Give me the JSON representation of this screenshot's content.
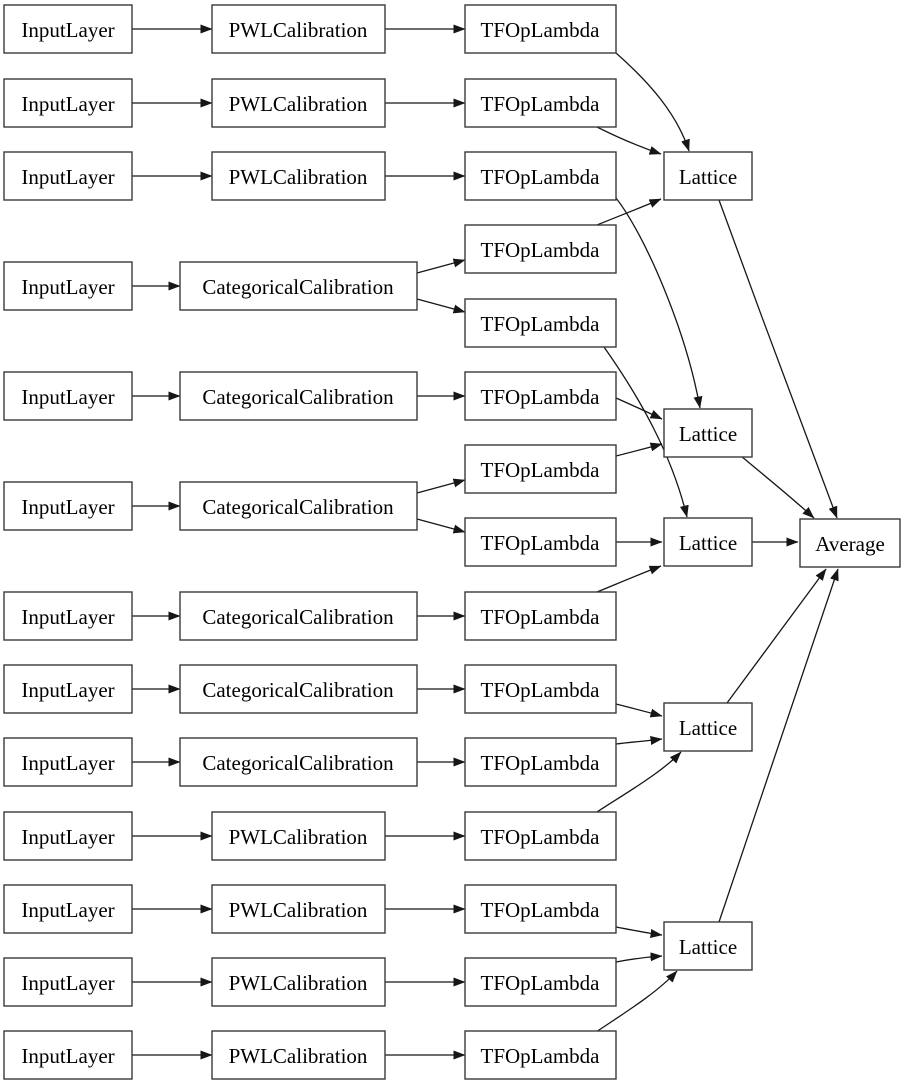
{
  "diagram": {
    "colors": {
      "background": "#ffffff",
      "node_border": "#3a3a3a",
      "edge": "#161616",
      "text": "#000000"
    },
    "nodes": [
      {
        "id": "input_1",
        "label": "InputLayer"
      },
      {
        "id": "input_2",
        "label": "InputLayer"
      },
      {
        "id": "input_3",
        "label": "InputLayer"
      },
      {
        "id": "input_4",
        "label": "InputLayer"
      },
      {
        "id": "input_5",
        "label": "InputLayer"
      },
      {
        "id": "input_6",
        "label": "InputLayer"
      },
      {
        "id": "input_7",
        "label": "InputLayer"
      },
      {
        "id": "input_8",
        "label": "InputLayer"
      },
      {
        "id": "input_9",
        "label": "InputLayer"
      },
      {
        "id": "input_10",
        "label": "InputLayer"
      },
      {
        "id": "input_11",
        "label": "InputLayer"
      },
      {
        "id": "input_12",
        "label": "InputLayer"
      },
      {
        "id": "input_13",
        "label": "InputLayer"
      },
      {
        "id": "pwl_1",
        "label": "PWLCalibration"
      },
      {
        "id": "pwl_2",
        "label": "PWLCalibration"
      },
      {
        "id": "pwl_3",
        "label": "PWLCalibration"
      },
      {
        "id": "cat_1",
        "label": "CategoricalCalibration"
      },
      {
        "id": "cat_2",
        "label": "CategoricalCalibration"
      },
      {
        "id": "cat_3",
        "label": "CategoricalCalibration"
      },
      {
        "id": "cat_4",
        "label": "CategoricalCalibration"
      },
      {
        "id": "cat_5",
        "label": "CategoricalCalibration"
      },
      {
        "id": "cat_6",
        "label": "CategoricalCalibration"
      },
      {
        "id": "pwl_4",
        "label": "PWLCalibration"
      },
      {
        "id": "pwl_5",
        "label": "PWLCalibration"
      },
      {
        "id": "pwl_6",
        "label": "PWLCalibration"
      },
      {
        "id": "pwl_7",
        "label": "PWLCalibration"
      },
      {
        "id": "tfop_1",
        "label": "TFOpLambda"
      },
      {
        "id": "tfop_2",
        "label": "TFOpLambda"
      },
      {
        "id": "tfop_3",
        "label": "TFOpLambda"
      },
      {
        "id": "tfop_4",
        "label": "TFOpLambda"
      },
      {
        "id": "tfop_5",
        "label": "TFOpLambda"
      },
      {
        "id": "tfop_6",
        "label": "TFOpLambda"
      },
      {
        "id": "tfop_7",
        "label": "TFOpLambda"
      },
      {
        "id": "tfop_8",
        "label": "TFOpLambda"
      },
      {
        "id": "tfop_9",
        "label": "TFOpLambda"
      },
      {
        "id": "tfop_10",
        "label": "TFOpLambda"
      },
      {
        "id": "tfop_11",
        "label": "TFOpLambda"
      },
      {
        "id": "tfop_12",
        "label": "TFOpLambda"
      },
      {
        "id": "tfop_13",
        "label": "TFOpLambda"
      },
      {
        "id": "tfop_14",
        "label": "TFOpLambda"
      },
      {
        "id": "tfop_15",
        "label": "TFOpLambda"
      },
      {
        "id": "lattice_1",
        "label": "Lattice"
      },
      {
        "id": "lattice_2",
        "label": "Lattice"
      },
      {
        "id": "lattice_3",
        "label": "Lattice"
      },
      {
        "id": "lattice_4",
        "label": "Lattice"
      },
      {
        "id": "lattice_5",
        "label": "Lattice"
      },
      {
        "id": "average",
        "label": "Average"
      }
    ],
    "edges": [
      [
        "input_1",
        "pwl_1"
      ],
      [
        "input_2",
        "pwl_2"
      ],
      [
        "input_3",
        "pwl_3"
      ],
      [
        "input_4",
        "cat_1"
      ],
      [
        "input_5",
        "cat_2"
      ],
      [
        "input_6",
        "cat_3"
      ],
      [
        "input_7",
        "cat_4"
      ],
      [
        "input_8",
        "cat_5"
      ],
      [
        "input_9",
        "cat_6"
      ],
      [
        "input_10",
        "pwl_4"
      ],
      [
        "input_11",
        "pwl_5"
      ],
      [
        "input_12",
        "pwl_6"
      ],
      [
        "input_13",
        "pwl_7"
      ],
      [
        "pwl_1",
        "tfop_1"
      ],
      [
        "pwl_2",
        "tfop_2"
      ],
      [
        "pwl_3",
        "tfop_3"
      ],
      [
        "cat_1",
        "tfop_4"
      ],
      [
        "cat_1",
        "tfop_5"
      ],
      [
        "cat_2",
        "tfop_6"
      ],
      [
        "cat_3",
        "tfop_7"
      ],
      [
        "cat_3",
        "tfop_8"
      ],
      [
        "cat_4",
        "tfop_9"
      ],
      [
        "cat_5",
        "tfop_10"
      ],
      [
        "cat_6",
        "tfop_11"
      ],
      [
        "pwl_4",
        "tfop_12"
      ],
      [
        "pwl_5",
        "tfop_13"
      ],
      [
        "pwl_6",
        "tfop_14"
      ],
      [
        "pwl_7",
        "tfop_15"
      ],
      [
        "tfop_1",
        "lattice_1"
      ],
      [
        "tfop_2",
        "lattice_1"
      ],
      [
        "tfop_4",
        "lattice_1"
      ],
      [
        "tfop_3",
        "lattice_2"
      ],
      [
        "tfop_6",
        "lattice_2"
      ],
      [
        "tfop_7",
        "lattice_2"
      ],
      [
        "tfop_5",
        "lattice_3"
      ],
      [
        "tfop_8",
        "lattice_3"
      ],
      [
        "tfop_9",
        "lattice_3"
      ],
      [
        "tfop_10",
        "lattice_4"
      ],
      [
        "tfop_11",
        "lattice_4"
      ],
      [
        "tfop_12",
        "lattice_4"
      ],
      [
        "tfop_13",
        "lattice_5"
      ],
      [
        "tfop_14",
        "lattice_5"
      ],
      [
        "tfop_15",
        "lattice_5"
      ],
      [
        "lattice_1",
        "average"
      ],
      [
        "lattice_2",
        "average"
      ],
      [
        "lattice_3",
        "average"
      ],
      [
        "lattice_4",
        "average"
      ],
      [
        "lattice_5",
        "average"
      ]
    ]
  }
}
